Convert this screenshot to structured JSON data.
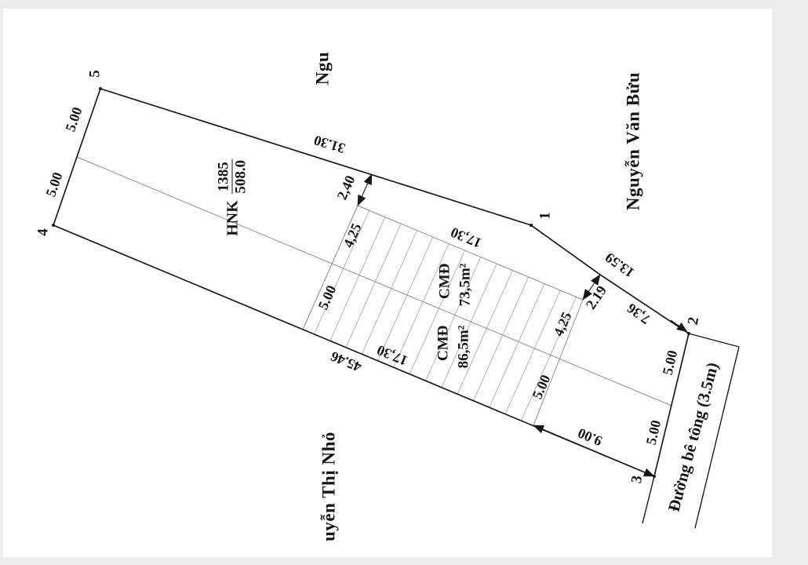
{
  "drawing": {
    "title": "cadastral parcel sketch",
    "streets": {
      "top": "Ngu",
      "right": "Nguyễn Văn Bửu",
      "bottom_left": "uyễn Thị Nhỏ",
      "road": "Đường bê tông (3.5m)"
    },
    "parcel_label": {
      "land_use_code": "HNK",
      "parcel_number": "1385",
      "area": "508.0"
    },
    "zones": [
      {
        "code": "CMĐ",
        "area": "73,5m²"
      },
      {
        "code": "CMĐ",
        "area": "86,5m²"
      }
    ],
    "points": {
      "p1": "1",
      "p2": "2",
      "p3": "3",
      "p4": "4",
      "p5": "5"
    },
    "dims": {
      "top_edge": "31.30",
      "offset_top": "2,40",
      "band_top": "17,30",
      "band_bottom": "17,30",
      "band_left_a": "4,25",
      "band_left_b": "5.00",
      "band_right_a": "4,25",
      "band_right_b": "5.00",
      "offset_right": "2.19",
      "right_upper": "13.59",
      "right_lower": "7,36",
      "bottom_edge": "45.46",
      "bottom_right": "9.00",
      "left_a": "5.00",
      "left_b": "5.00",
      "road_a": "5.00",
      "road_b": "5.00"
    },
    "colors": {
      "boundary_line": "#1c1c1c",
      "thin_line": "#8c8c8c",
      "hatch_line": "#a8a8a8",
      "paper": "#ffffff",
      "margin": "#edecea"
    }
  }
}
